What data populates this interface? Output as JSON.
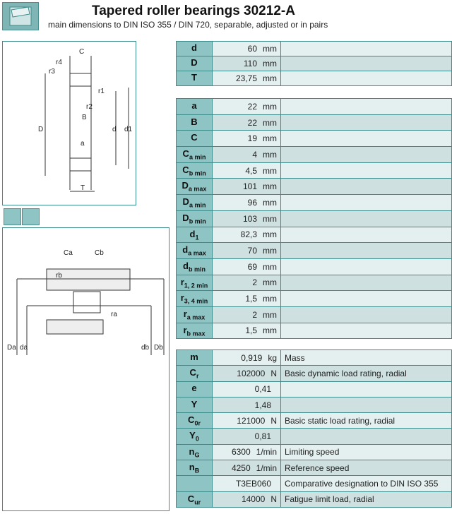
{
  "header": {
    "title": "Tapered roller bearings 30212-A",
    "subtitle": "main dimensions to DIN ISO 355 / DIN 720, separable, adjusted or in pairs"
  },
  "diagram1": {
    "labels": {
      "C": "C",
      "r4": "r4",
      "r3": "r3",
      "r1": "r1",
      "r2": "r2",
      "B": "B",
      "D": "D",
      "d": "d",
      "d1": "d1",
      "a": "a",
      "T": "T"
    }
  },
  "diagram2": {
    "labels": {
      "Ca": "Ca",
      "Cb": "Cb",
      "rb": "rb",
      "ra": "ra",
      "Da": "Da",
      "da": "da",
      "db": "db",
      "Db": "Db"
    }
  },
  "main_dims": [
    {
      "sym": "d",
      "sub": "",
      "value": "60",
      "unit": "mm"
    },
    {
      "sym": "D",
      "sub": "",
      "value": "110",
      "unit": "mm"
    },
    {
      "sym": "T",
      "sub": "",
      "value": "23,75",
      "unit": "mm"
    }
  ],
  "mounting_dims": [
    {
      "sym": "a",
      "sub": "",
      "value": "22",
      "unit": "mm"
    },
    {
      "sym": "B",
      "sub": "",
      "value": "22",
      "unit": "mm"
    },
    {
      "sym": "C",
      "sub": "",
      "value": "19",
      "unit": "mm"
    },
    {
      "sym": "C",
      "sub": "a min",
      "value": "4",
      "unit": "mm"
    },
    {
      "sym": "C",
      "sub": "b min",
      "value": "4,5",
      "unit": "mm"
    },
    {
      "sym": "D",
      "sub": "a max",
      "value": "101",
      "unit": "mm"
    },
    {
      "sym": "D",
      "sub": "a min",
      "value": "96",
      "unit": "mm"
    },
    {
      "sym": "D",
      "sub": "b min",
      "value": "103",
      "unit": "mm"
    },
    {
      "sym": "d",
      "sub": "1",
      "value": "82,3",
      "unit": "mm"
    },
    {
      "sym": "d",
      "sub": "a max",
      "value": "70",
      "unit": "mm"
    },
    {
      "sym": "d",
      "sub": "b min",
      "value": "69",
      "unit": "mm"
    },
    {
      "sym": "r",
      "sub": "1, 2 min",
      "value": "2",
      "unit": "mm"
    },
    {
      "sym": "r",
      "sub": "3, 4 min",
      "value": "1,5",
      "unit": "mm"
    },
    {
      "sym": "r",
      "sub": "a max",
      "value": "2",
      "unit": "mm"
    },
    {
      "sym": "r",
      "sub": "b max",
      "value": "1,5",
      "unit": "mm"
    }
  ],
  "ratings": [
    {
      "sym": "m",
      "sub": "",
      "value": "0,919",
      "unit": "kg",
      "desc": "Mass"
    },
    {
      "sym": "C",
      "sub": "r",
      "value": "102000",
      "unit": "N",
      "desc": "Basic dynamic load rating, radial"
    },
    {
      "sym": "e",
      "sub": "",
      "value": "0,41",
      "unit": "",
      "desc": ""
    },
    {
      "sym": "Y",
      "sub": "",
      "value": "1,48",
      "unit": "",
      "desc": ""
    },
    {
      "sym": "C",
      "sub": "0r",
      "value": "121000",
      "unit": "N",
      "desc": "Basic static load rating, radial"
    },
    {
      "sym": "Y",
      "sub": "0",
      "value": "0,81",
      "unit": "",
      "desc": ""
    },
    {
      "sym": "n",
      "sub": "G",
      "value": "6300",
      "unit": "1/min",
      "desc": "Limiting speed"
    },
    {
      "sym": "n",
      "sub": "B",
      "value": "4250",
      "unit": "1/min",
      "desc": "Reference speed"
    },
    {
      "sym": "",
      "sub": "",
      "value": "T3EB060",
      "unit": "",
      "desc": "Comparative designation to DIN ISO 355"
    },
    {
      "sym": "C",
      "sub": "ur",
      "value": "14000",
      "unit": "N",
      "desc": "Fatigue limit load, radial"
    }
  ]
}
